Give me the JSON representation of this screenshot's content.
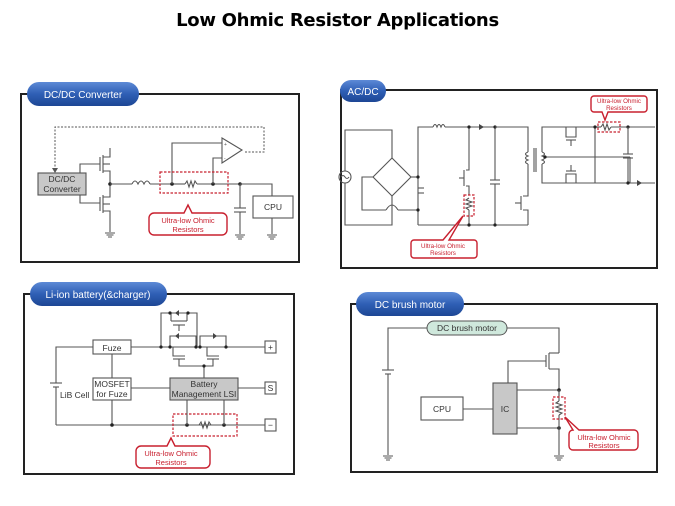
{
  "title": "Low Ohmic Resistor Applications",
  "panels": [
    {
      "id": "dcdc",
      "header": "DC/DC Converter",
      "blocks": {
        "controller_line1": "DC/DC",
        "controller_line2": "Converter",
        "load": "CPU"
      },
      "callout": {
        "line1": "Ultra-low Ohmic",
        "line2": "Resistors"
      }
    },
    {
      "id": "acdc",
      "header": "AC/DC",
      "callouts": [
        {
          "line1": "Ultra-low Ohmic",
          "line2": "Resistors"
        },
        {
          "line1": "Ultra-low Ohmic",
          "line2": "Resistors"
        }
      ]
    },
    {
      "id": "liion",
      "header": "Li-ion battery(&charger)",
      "blocks": {
        "fuze": "Fuze",
        "mosfet_line1": "MOSFET",
        "mosfet_line2": "for Fuze",
        "bms_line1": "Battery",
        "bms_line2": "Management LSI",
        "cell": "LiB Cell",
        "term_plus": "+",
        "term_s": "S",
        "term_minus": "−"
      },
      "callout": {
        "line1": "Ultra-low Ohmic",
        "line2": "Resistors"
      }
    },
    {
      "id": "motor",
      "header": "DC brush motor",
      "blocks": {
        "motor": "DC brush motor",
        "cpu": "CPU",
        "ic": "IC"
      },
      "callout": {
        "line1": "Ultra-low Ohmic",
        "line2": "Resistors"
      }
    }
  ],
  "colors": {
    "pill": "#2f5fb5",
    "callout": "#c8202f",
    "motor_pill": "#cfe8dc"
  }
}
